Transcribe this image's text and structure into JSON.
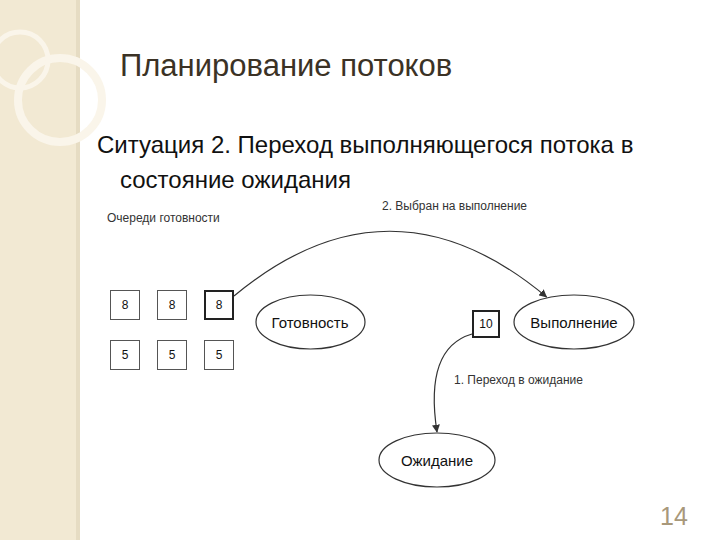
{
  "diagram": {
    "title": "Планирование потоков",
    "nodes": [
      {
        "text": [
          "8"
        ]
      },
      {
        "text": [
          "8"
        ]
      },
      {
        "text": [
          "8"
        ]
      },
      {
        "text": [
          "Готовность"
        ]
      },
      {
        "text": [
          "10"
        ]
      },
      {
        "text": [
          "Выполнение"
        ]
      },
      {
        "text": [
          "5"
        ]
      },
      {
        "text": [
          "5"
        ]
      },
      {
        "text": [
          "5"
        ]
      },
      {
        "text": [
          "Ожидание"
        ]
      }
    ],
    "edges": [
      {
        "from": 2,
        "to": 5,
        "arrow": "to",
        "label": "2. Выбран на выполнение"
      },
      {
        "from": 4,
        "to": 9,
        "arrow": "to",
        "label": "1. Переход в ожидание"
      }
    ],
    "labels": [
      "Ситуация 2. Переход выполняющегося потока в состояние ожидания",
      "Очереди готовности",
      "14"
    ]
  }
}
